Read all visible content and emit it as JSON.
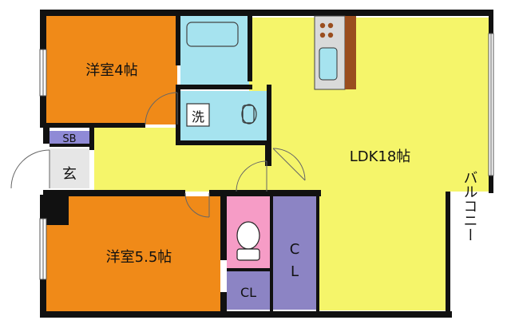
{
  "rooms": {
    "western_room_a": "洋室4帖",
    "western_room_b": "洋室5.5帖",
    "ldk": "LDK18帖",
    "balcony": "バルコニー",
    "closet_tall_c": "C",
    "closet_tall_l": "L",
    "closet_small": "CL",
    "shoe_box": "SB",
    "entrance": "玄",
    "washroom": "洗"
  },
  "colors": {
    "wall": "#111111",
    "western_room": "#F08A18",
    "ldk": "#F5F56A",
    "bath": "#A6E3EF",
    "toilet": "#F69CC6",
    "closet": "#8C84C4",
    "shoe_box": "#8F8AD6",
    "balcony": "#FFFFFF",
    "entrance": "#E6E6E6"
  }
}
